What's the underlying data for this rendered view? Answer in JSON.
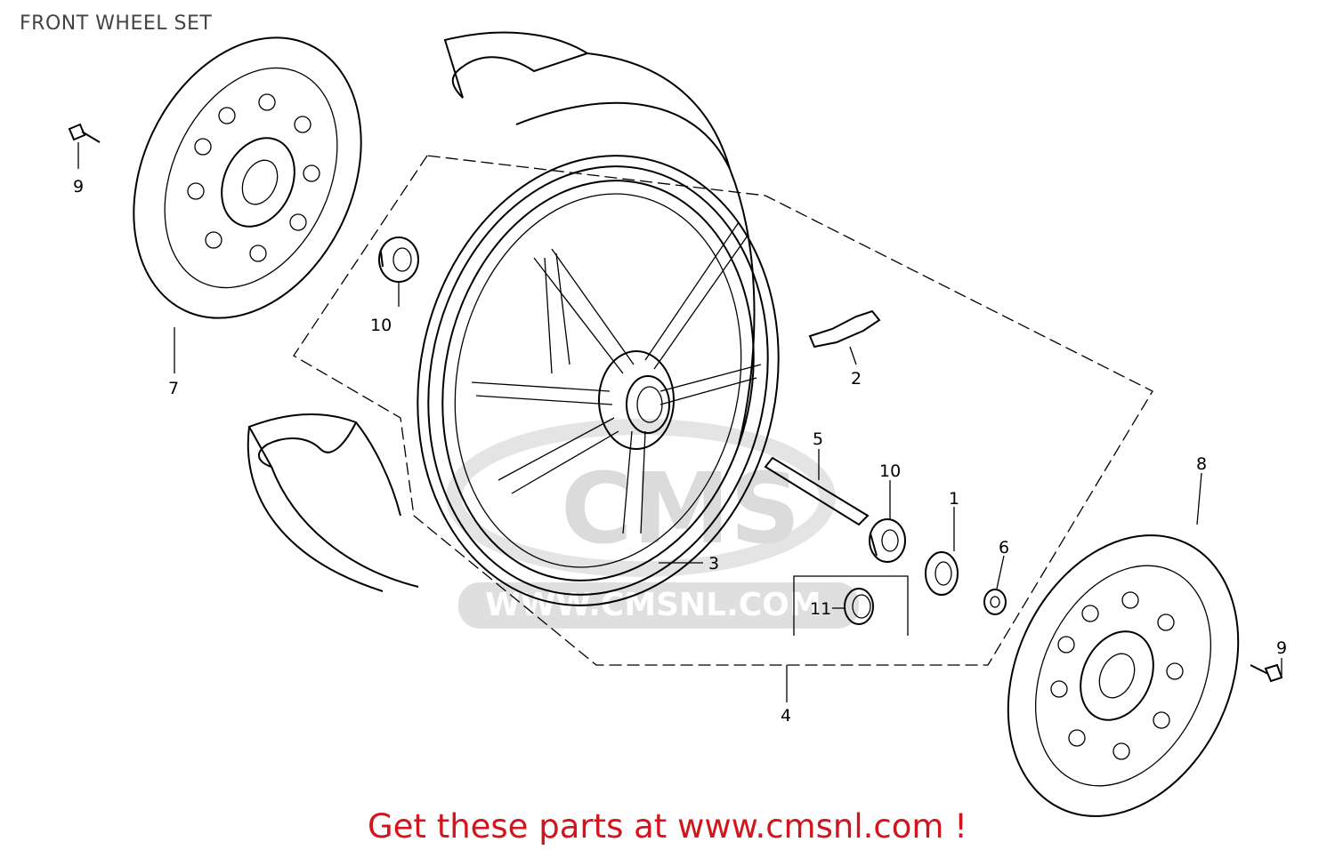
{
  "title": "FRONT WHEEL SET",
  "promo": "Get these parts at www.cmsnl.com !",
  "watermark": {
    "logo_text": "CMS",
    "url_text": "WWW.CMSNL.COM"
  },
  "callouts": [
    {
      "id": "c9a",
      "label": "9"
    },
    {
      "id": "c7",
      "label": "7"
    },
    {
      "id": "c10a",
      "label": "10"
    },
    {
      "id": "c2",
      "label": "2"
    },
    {
      "id": "c5",
      "label": "5"
    },
    {
      "id": "c10b",
      "label": "10"
    },
    {
      "id": "c1",
      "label": "1"
    },
    {
      "id": "c6",
      "label": "6"
    },
    {
      "id": "c8",
      "label": "8"
    },
    {
      "id": "c9b",
      "label": "9"
    },
    {
      "id": "c3",
      "label": "3"
    },
    {
      "id": "c11",
      "label": "11"
    },
    {
      "id": "c4",
      "label": "4"
    }
  ],
  "colors": {
    "promo": "#d4141c",
    "line": "#000000",
    "watermark": "#d8d8d8"
  }
}
